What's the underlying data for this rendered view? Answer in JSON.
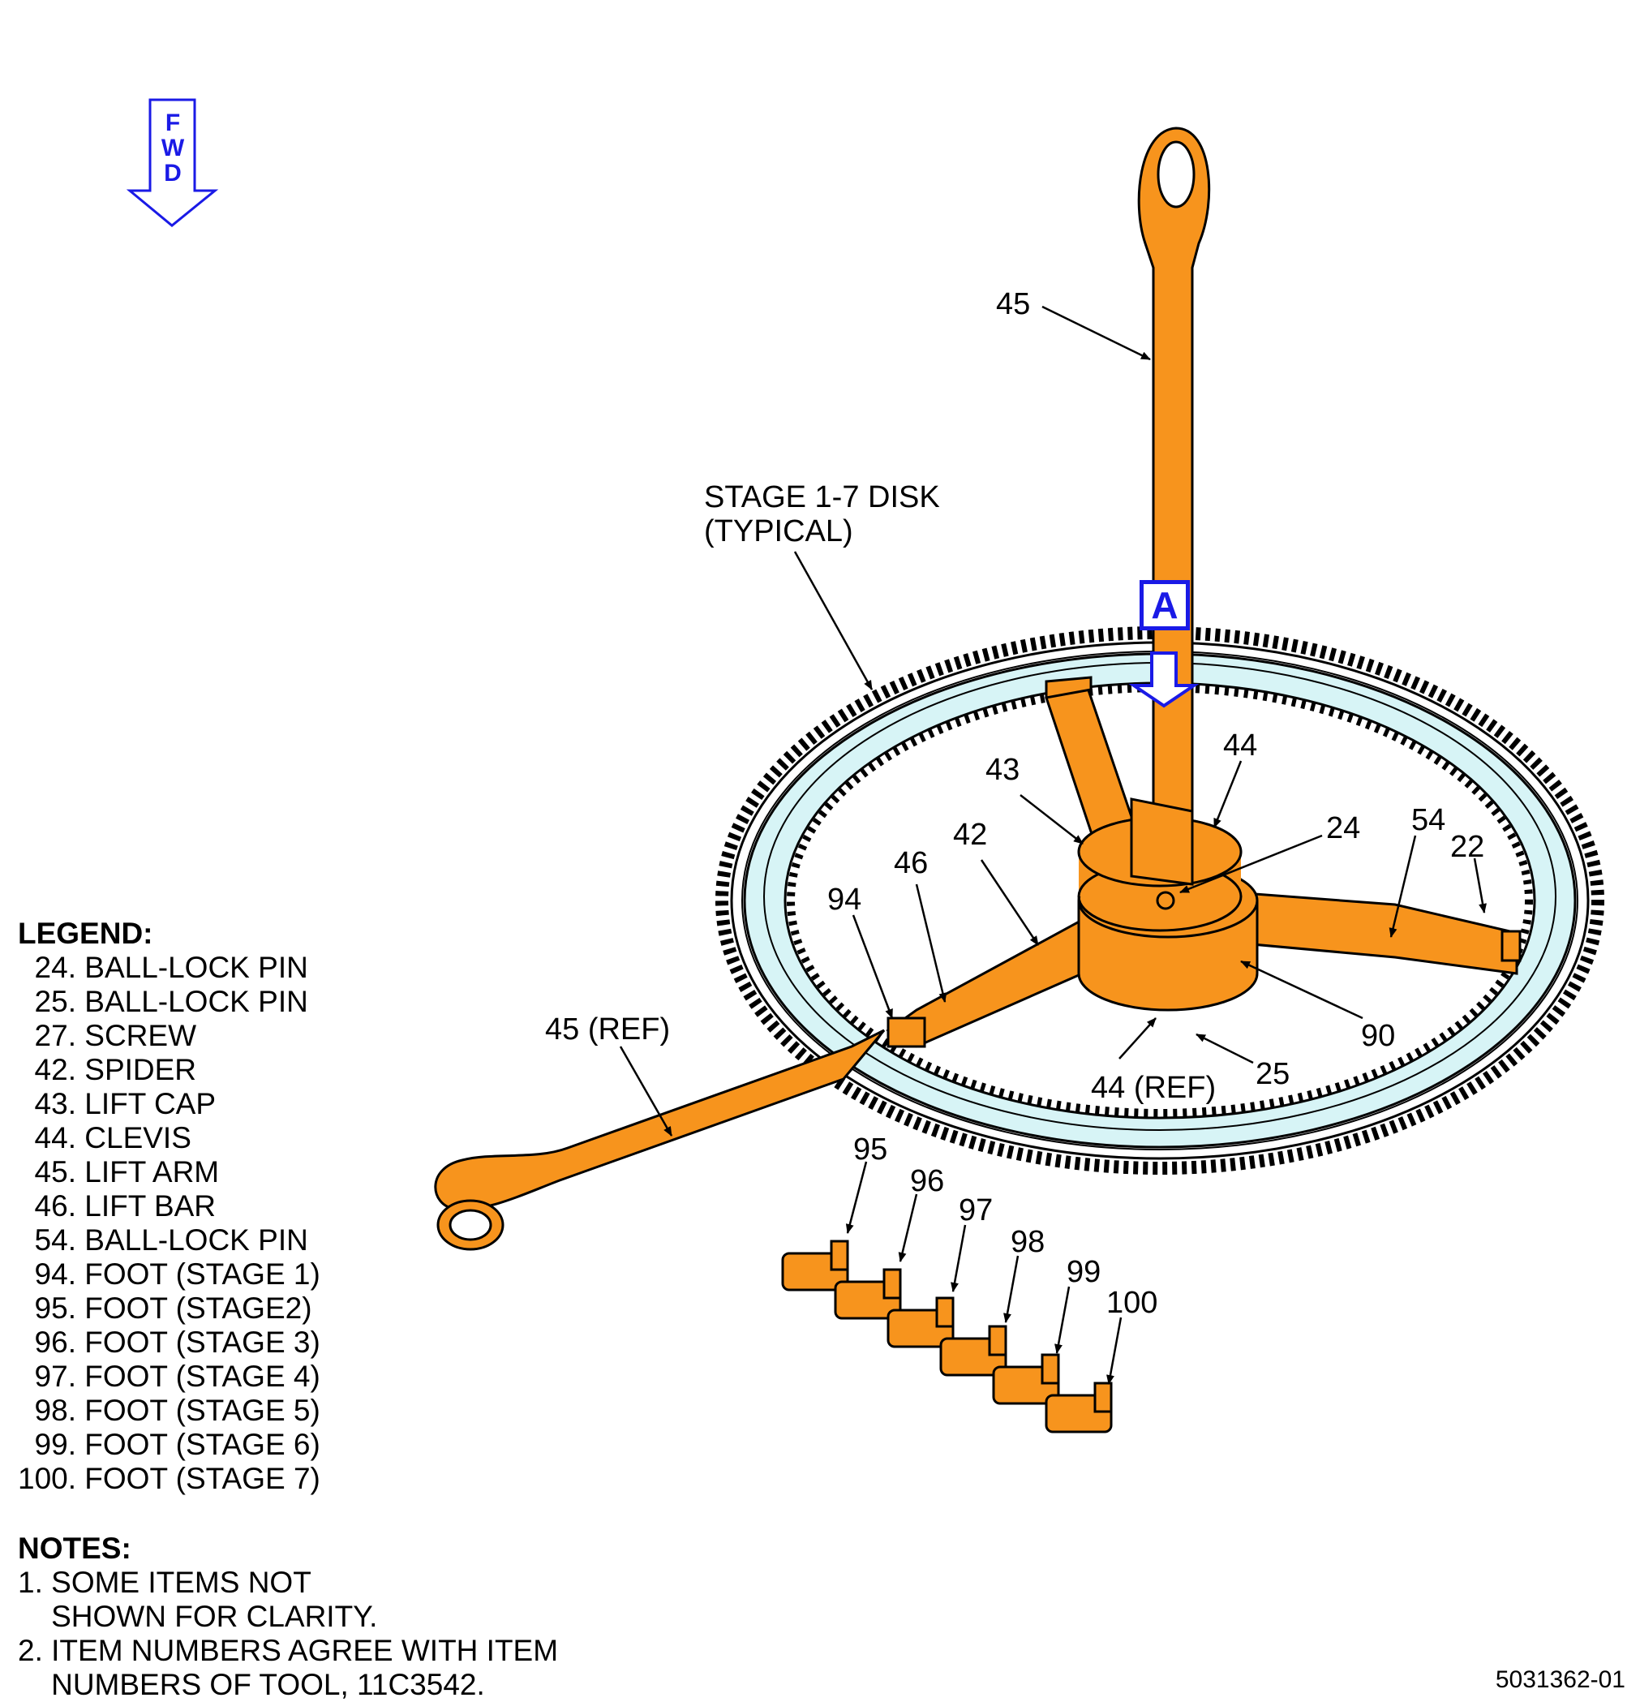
{
  "fwd_indicator": {
    "letters": [
      "F",
      "W",
      "D"
    ],
    "color": "#1a1ae6"
  },
  "view_marker": {
    "label": "A",
    "color": "#1a1ae6"
  },
  "callouts": {
    "c45": "45",
    "disk_line1": "STAGE 1-7 DISK",
    "disk_line2": "(TYPICAL)",
    "c43": "43",
    "c44": "44",
    "c24": "24",
    "c54": "54",
    "c22": "22",
    "c42": "42",
    "c46": "46",
    "c94": "94",
    "c45ref": "45 (REF)",
    "c90": "90",
    "c44ref": "44 (REF)",
    "c25": "25",
    "c95": "95",
    "c96": "96",
    "c97": "97",
    "c98": "98",
    "c99": "99",
    "c100": "100"
  },
  "legend": {
    "title": "LEGEND:",
    "items": [
      "  24. BALL-LOCK PIN",
      "  25. BALL-LOCK PIN",
      "  27. SCREW",
      "  42. SPIDER",
      "  43. LIFT CAP",
      "  44. CLEVIS",
      "  45. LIFT ARM",
      "  46. LIFT BAR",
      "  54. BALL-LOCK PIN",
      "  94. FOOT (STAGE 1)",
      "  95. FOOT (STAGE2)",
      "  96. FOOT (STAGE 3)",
      "  97. FOOT (STAGE 4)",
      "  98. FOOT (STAGE 5)",
      "  99. FOOT (STAGE 6)",
      "100. FOOT (STAGE 7)"
    ]
  },
  "notes": {
    "title": "NOTES:",
    "items": [
      "1. SOME ITEMS NOT",
      "    SHOWN FOR CLARITY.",
      "2. ITEM NUMBERS AGREE WITH ITEM",
      "    NUMBERS OF TOOL, 11C3542."
    ]
  },
  "figure_number": "5031362-01",
  "colors": {
    "part_fill": "#f7941d",
    "disk_fill": "#d7f4f6",
    "outline": "#000000",
    "indicator": "#1a1ae6"
  }
}
